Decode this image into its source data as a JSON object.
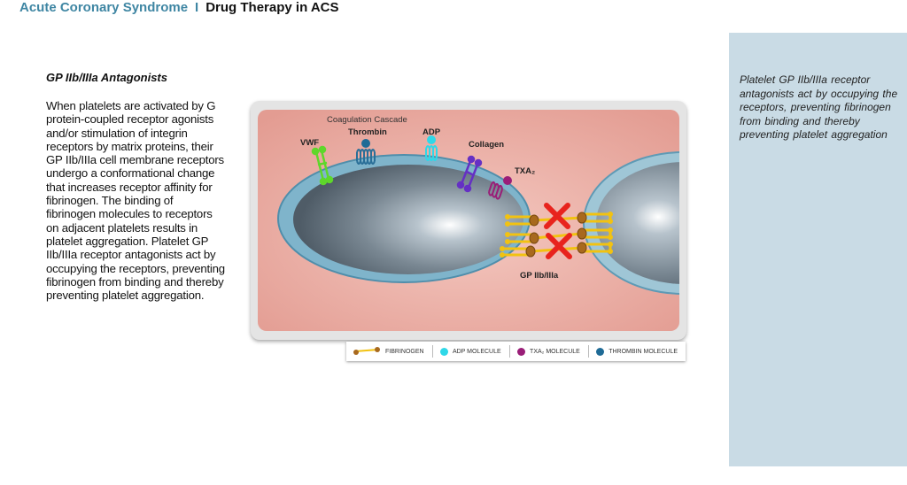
{
  "header": {
    "section": "Acute Coronary Syndrome",
    "separator": "I",
    "topic": "Drug Therapy in ACS"
  },
  "left": {
    "subtitle": "GP IIb/IIIa  Antagonists",
    "body": "When platelets are activated by G protein-coupled receptor agonists and/or stimulation of integrin receptors by matrix proteins, their GP IIb/IIIa cell membrane receptors undergo a conformational change that increases receptor affinity for fibrinogen. The binding of fibrinogen molecules to receptors on adjacent platelets results in  platelet aggregation. Platelet GP IIb/IIIa receptor antagonists act by occupying the receptors, preventing fibrinogen from binding and thereby preventing platelet aggregation."
  },
  "diagram": {
    "labels": {
      "vwf": "VWF",
      "coagulation": "Coagulation Cascade",
      "thrombin": "Thrombin",
      "adp": "ADP",
      "collagen": "Collagen",
      "txa2": "TXA₂",
      "gp": "GP IIb/IIIa"
    },
    "colors": {
      "background": "#e7aaa0",
      "platelet_rim": "#6aa9c3",
      "platelet_core": "#7f8d98",
      "fibrinogen": "#f2c211",
      "receptor_knob": "#a8691e",
      "block_x": "#e8231d",
      "vwf": "#5ed72b",
      "thrombin": "#1f6b96",
      "adp": "#2fd8e8",
      "collagen": "#6530c4",
      "txa2": "#9a1e78"
    }
  },
  "legend": {
    "items": [
      {
        "label": "FIBRINOGEN",
        "color": "#f2c211"
      },
      {
        "label": "ADP MOLECULE",
        "color": "#2fd8e8"
      },
      {
        "label": "TXA₂ MOLECULE",
        "color": "#9a1e78"
      },
      {
        "label": "THROMBIN MOLECULE",
        "color": "#1f6b96"
      }
    ]
  },
  "side_panel": {
    "text": "Platelet GP IIb/IIIa receptor antagonists act by occupying the receptors, preventing fibrinogen from binding and thereby preventing platelet aggregation"
  }
}
